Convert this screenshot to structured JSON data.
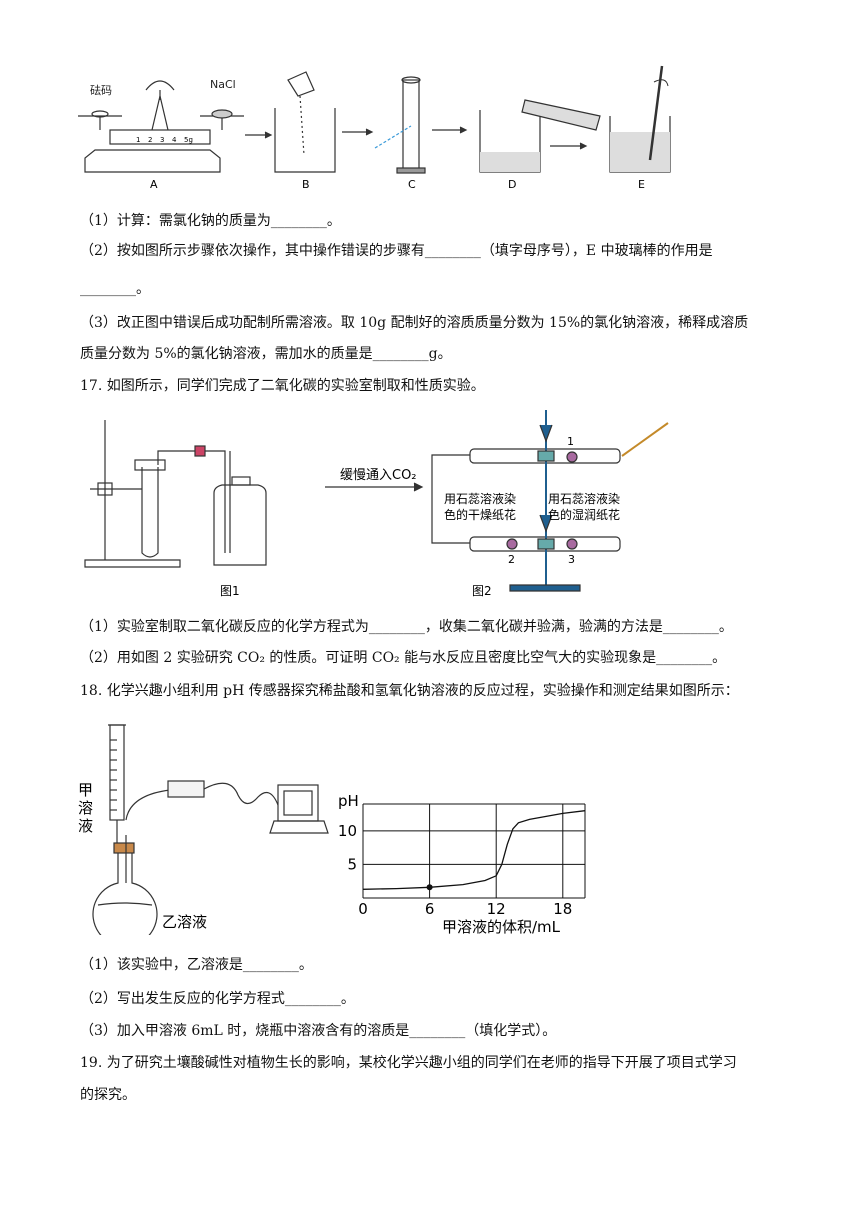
{
  "fig_steps": {
    "weight_label": "砝码",
    "nacl_label": "NaCl",
    "scale_ticks": [
      "1",
      "2",
      "3",
      "4",
      "5g"
    ],
    "letters": [
      "A",
      "B",
      "C",
      "D",
      "E"
    ]
  },
  "q16": {
    "p1": "（1）计算：需氯化钠的质量为________。",
    "p2a": "（2）按如图所示步骤依次操作，其中操作错误的步骤有________（填字母序号），E 中玻璃棒的作用是",
    "p2b": "________。",
    "p3a": "（3）改正图中错误后成功配制所需溶液。取 10g 配制好的溶质质量分数为 15%的氯化钠溶液，稀释成溶质",
    "p3b": "质量分数为 5%的氯化钠溶液，需加水的质量是________g。"
  },
  "q17": {
    "title": "17. 如图所示，同学们完成了二氧化碳的实验室制取和性质实验。",
    "fig1_caption": "图1",
    "fig2_caption": "图2",
    "co2_inlet": "缓慢通入CO₂",
    "dry_label_1": "用石蕊溶液染",
    "dry_label_2": "色的干燥纸花",
    "wet_label_1": "用石蕊溶液染",
    "wet_label_2": "色的湿润纸花",
    "num1": "1",
    "num2": "2",
    "num3": "3",
    "p1": "（1）实验室制取二氧化碳反应的化学方程式为________，收集二氧化碳并验满，验满的方法是________。",
    "p2": "（2）用如图 2 实验研究 CO₂ 的性质。可证明 CO₂ 能与水反应且密度比空气大的实验现象是________。"
  },
  "q18": {
    "title": "18. 化学兴趣小组利用 pH 传感器探究稀盐酸和氢氧化钠溶液的反应过程，实验操作和测定结果如图所示：",
    "jia_1": "甲",
    "jia_2": "溶",
    "jia_3": "液",
    "yi_label": "乙溶液",
    "p1": "（1）该实验中，乙溶液是________。",
    "p2": "（2）写出发生反应的化学方程式________。",
    "p3": "（3）加入甲溶液 6mL 时，烧瓶中溶液含有的溶质是________（填化学式）。"
  },
  "chart_data": {
    "type": "line",
    "xlabel": "甲溶液的体积/mL",
    "ylabel": "pH",
    "xticks": [
      "0",
      "6",
      "12",
      "18"
    ],
    "yticks": [
      "5",
      "10"
    ],
    "xlim": [
      0,
      20
    ],
    "ylim": [
      0,
      14
    ],
    "grid": true,
    "x": [
      0,
      3,
      6,
      9,
      11,
      12,
      12.5,
      13,
      13.5,
      14,
      15,
      16,
      18,
      20
    ],
    "y": [
      1.3,
      1.4,
      1.6,
      2.0,
      2.6,
      3.3,
      5,
      8,
      10.3,
      11.2,
      11.7,
      12,
      12.6,
      13
    ],
    "marked_point": {
      "x": 6,
      "y": 1.6
    }
  },
  "q19": {
    "line1": "19. 为了研究土壤酸碱性对植物生长的影响，某校化学兴趣小组的同学们在老师的指导下开展了项目式学习",
    "line2": "的探究。"
  }
}
